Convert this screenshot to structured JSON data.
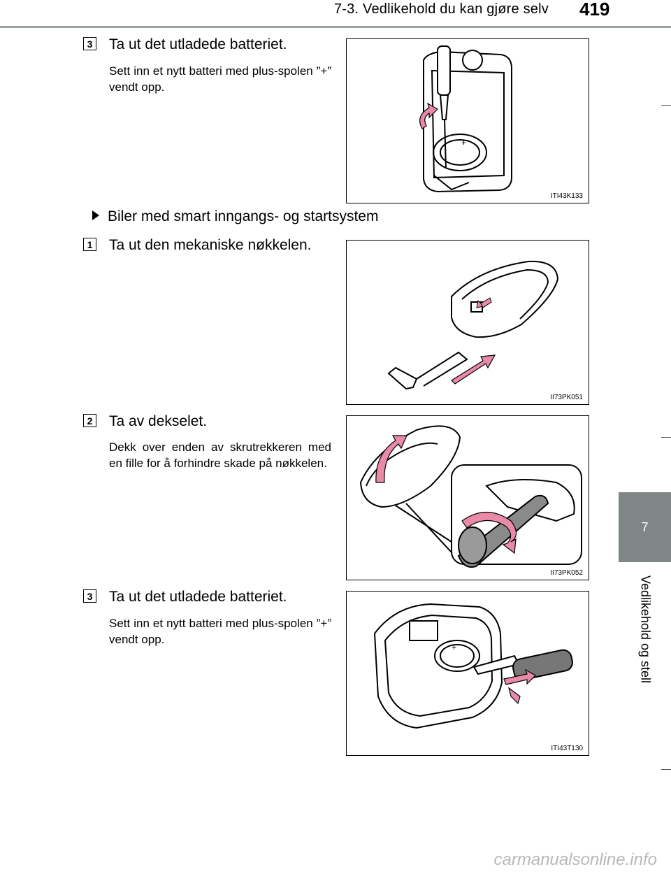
{
  "header": {
    "title": "7-3. Vedlikehold du kan gjøre selv",
    "page_number": "419"
  },
  "chapter_tab": {
    "number": "7",
    "label": "Vedlikehold og stell"
  },
  "section_heading": "Biler med smart inngangs- og startsystem",
  "steps": [
    {
      "number": "3",
      "title": "Ta ut det utladede batteriet.",
      "description": "Sett inn et nytt batteri med plus-spolen ”+” vendt opp.",
      "figure_code": "ITI43K133"
    },
    {
      "number": "1",
      "title": "Ta ut den mekaniske nøkkelen.",
      "description": "",
      "figure_code": "II73PK051"
    },
    {
      "number": "2",
      "title": "Ta av dekselet.",
      "description": "Dekk over enden av skrutrekkeren med en fille for å forhindre skade på nøkkelen.",
      "figure_code": "II73PK052"
    },
    {
      "number": "3",
      "title": "Ta ut det utladede batteriet.",
      "description": "Sett inn et nytt batteri med plus-spolen ”+” vendt opp.",
      "figure_code": "ITI43T130"
    }
  ],
  "watermark": "carmanualsonline.info",
  "colors": {
    "header_rule": "#9aa3a3",
    "chapter_tab": "#7f8786",
    "arrow_pink": "#e98aa6"
  }
}
